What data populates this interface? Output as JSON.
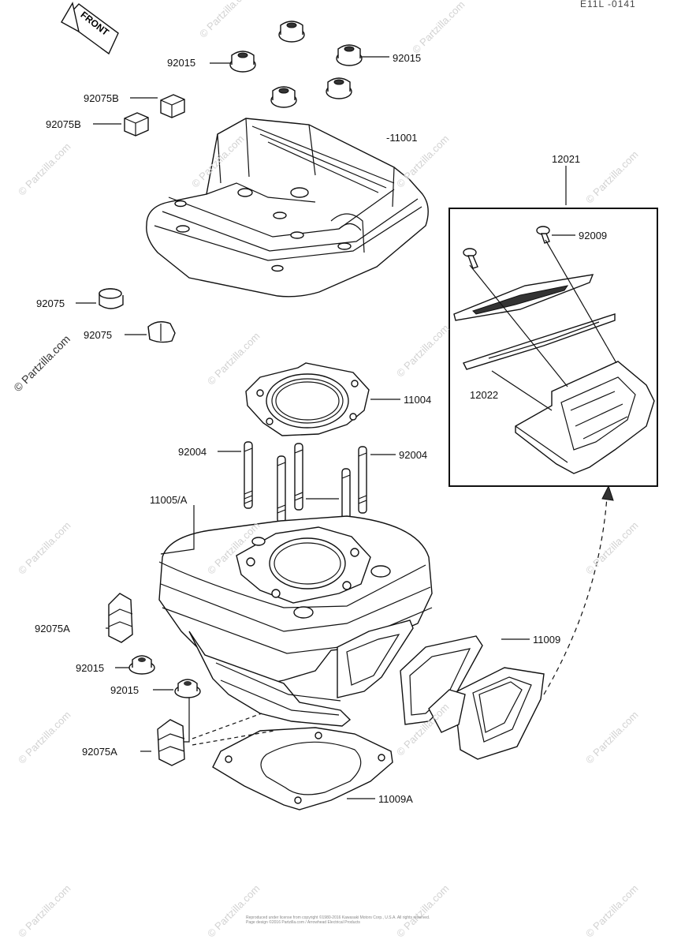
{
  "header": {
    "code": "E11L -0141"
  },
  "front_arrow": {
    "label": "FRONT"
  },
  "side_watermark": "© Partzilla.com",
  "watermark": "© Partzilla.com",
  "labels": {
    "l92015_top_left": "92015",
    "l92015_top_right": "92015",
    "l92075B_1": "92075B",
    "l92075B_2": "92075B",
    "l11001": "-11001",
    "l12021": "12021",
    "l92009": "92009",
    "l92075_1": "92075",
    "l92075_2": "92075",
    "l12022": "12022",
    "l11004": "11004",
    "l92004_left": "92004",
    "l92004_right": "92004",
    "l11005A": "11005/A",
    "l11009": "11009",
    "l92075A_1": "92075A",
    "l92015_mid": "92015",
    "l92015_low": "92015",
    "l92075A_2": "92075A",
    "l11009A": "11009A"
  },
  "footer": {
    "line1": "Reproduced under license from copyright ©1980-2016 Kawasaki Motors Corp., U.S.A. All rights reserved.",
    "line2": "Page design ©2016 Partzilla.com / Arrowhead Electrical Products"
  }
}
